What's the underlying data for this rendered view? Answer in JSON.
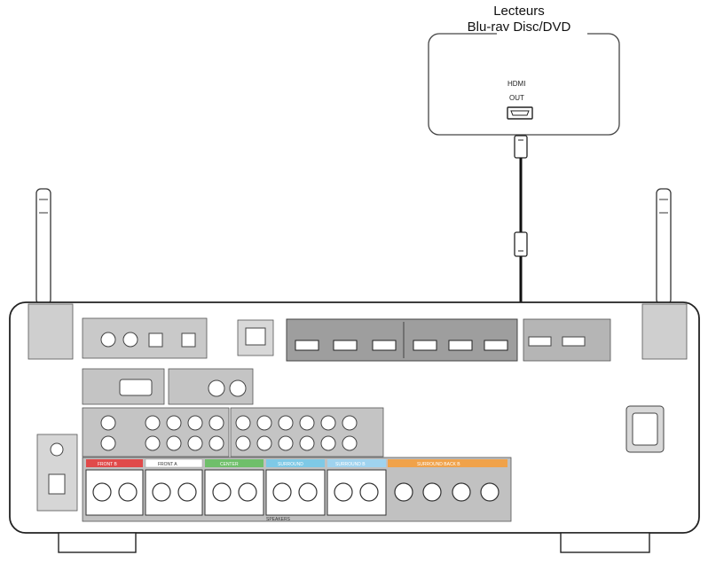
{
  "source_device": {
    "title_line1": "Lecteurs",
    "title_line2": "Blu-ray Disc/DVD",
    "port_label_1": "HDMI",
    "port_label_2": "OUT"
  },
  "receiver": {
    "speaker_groups": [
      "FRONT B",
      "FRONT A",
      "CENTER",
      "SURROUND",
      "SURROUND B",
      "SURROUND BACK B"
    ],
    "speakers_label": "SPEAKERS"
  },
  "colors": {
    "front_b": "#e04a4a",
    "front_a": "#ffffff",
    "center": "#6fbf6a",
    "surround": "#7ec9e6",
    "surround_b": "#9fd3ef",
    "surround_back": "#f0a24a",
    "panel_grey": "#b8b8b8",
    "hdmi_panel": "#9e9e9e",
    "cable": "#111111"
  }
}
